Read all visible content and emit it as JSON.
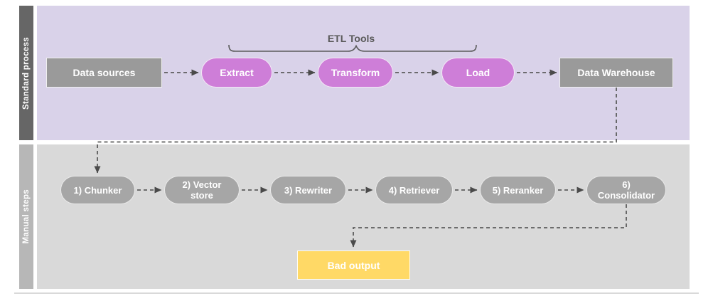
{
  "diagram": {
    "lanes": [
      {
        "label": "Standard process"
      },
      {
        "label": "Manual steps"
      }
    ],
    "standard": {
      "etl_tools_label": "ETL Tools",
      "nodes": {
        "data_sources": "Data sources",
        "extract": "Extract",
        "transform": "Transform",
        "load": "Load",
        "data_warehouse": "Data Warehouse"
      }
    },
    "manual": {
      "steps": [
        "1) Chunker",
        "2) Vector store",
        "3) Rewriter",
        "4) Retriever",
        "5) Reranker",
        "6) Consolidator"
      ],
      "bad_output": "Bad output"
    },
    "colors": {
      "standard_lane_bg": "#d9d2e9",
      "standard_band_bg": "#666666",
      "manual_lane_bg": "#d9d9d9",
      "manual_band_bg": "#b7b7b7",
      "etl_pill_bg": "#ce7ed8",
      "gray_box_bg": "#9a9a9a",
      "gray_pill_bg": "#a6a6a6",
      "bad_output_bg": "#ffd966",
      "connector": "#5c5c5c",
      "etl_label_text": "#595959",
      "node_text": "#ffffff"
    }
  }
}
